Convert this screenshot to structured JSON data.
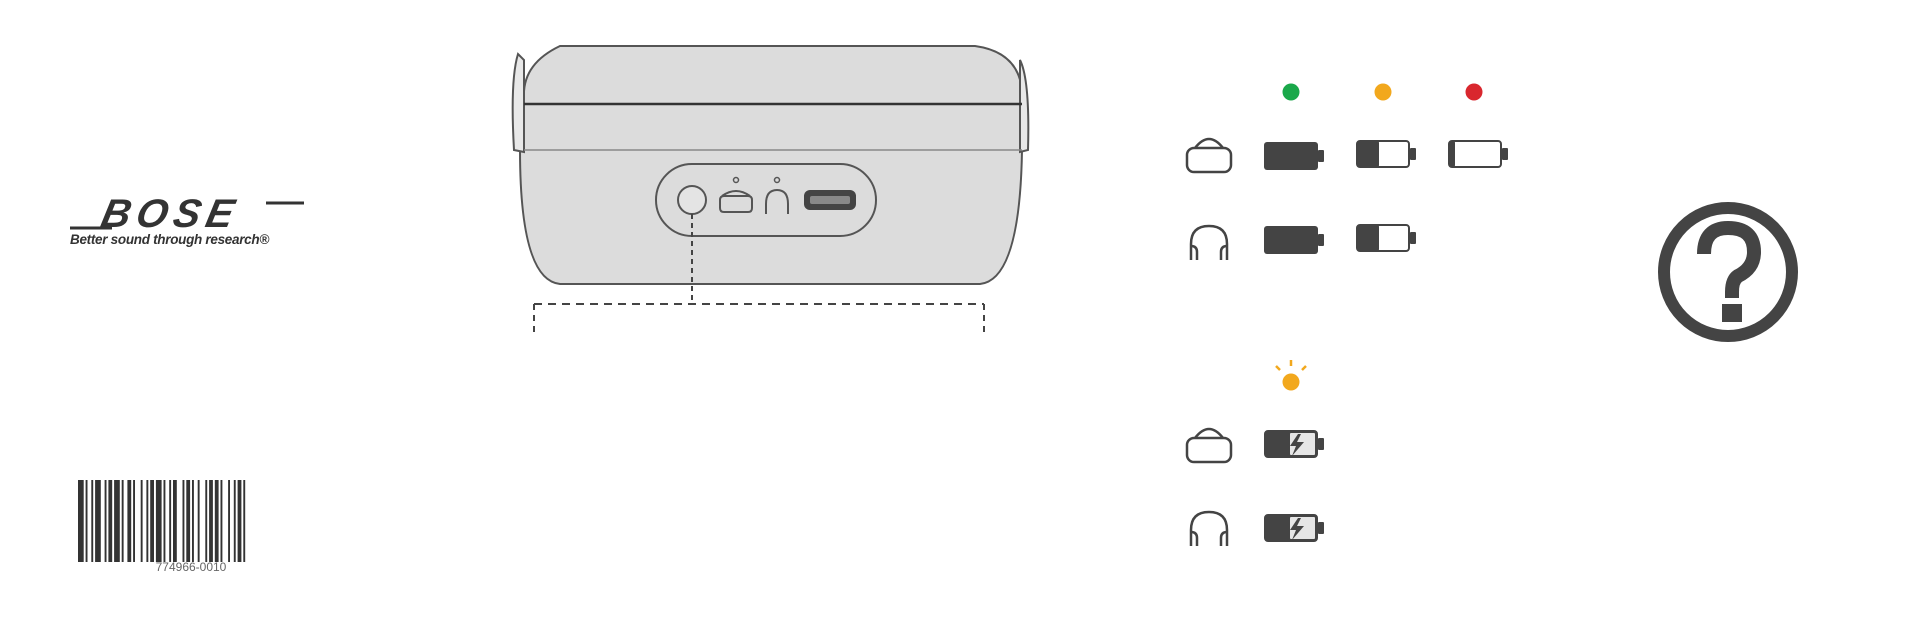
{
  "brand": {
    "name": "BOSE",
    "tagline": "Better sound through research®"
  },
  "barcode": {
    "number": "774966-0010"
  },
  "icons": {
    "case": "charging-case-icon",
    "headphones": "earbuds-icon",
    "battery_full": "battery-full-icon",
    "battery_half": "battery-half-icon",
    "battery_low": "battery-low-icon",
    "battery_charging": "battery-charging-icon",
    "help": "question-mark-icon"
  },
  "colors": {
    "green_led": "#1aa84a",
    "amber_led": "#f2a81d",
    "red_led": "#d9272e",
    "icon_dark": "#444444",
    "case_fill": "#dcdcdc"
  }
}
